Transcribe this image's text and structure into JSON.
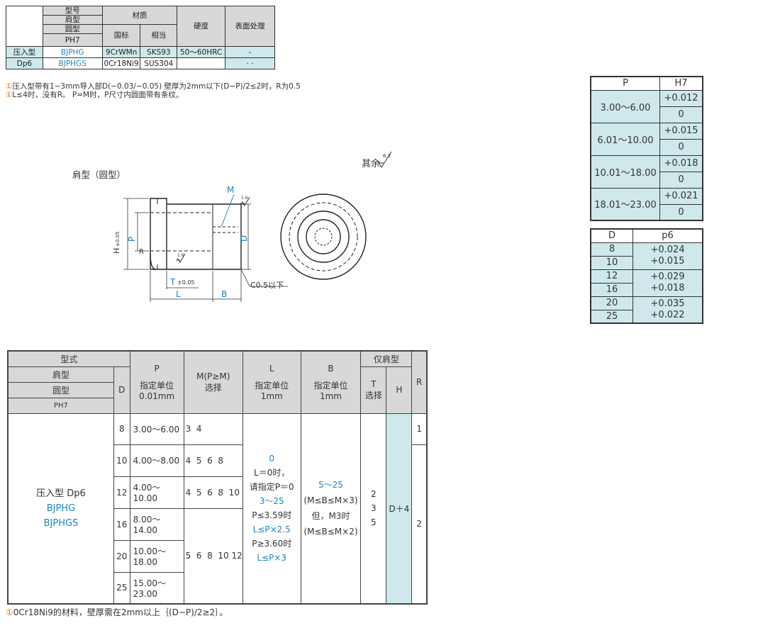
{
  "material_table": {
    "headers": {
      "model": "型号",
      "shoulder": "肩型",
      "round": "圆型",
      "ph7": "PH7",
      "material": "材质",
      "gb": "国标",
      "equiv": "相当",
      "hardness": "硬度",
      "surface": "表面处理"
    },
    "rows": [
      {
        "type": "压入型",
        "model": "BJPHG",
        "gb": "9CrWMn",
        "equiv": "SKS93",
        "hardness": "50～60HRC",
        "surface": "-"
      },
      {
        "type": "Dp6",
        "model": "BJPHGS",
        "gb": "0Cr18Ni9",
        "equiv": "SUS304",
        "hardness": "",
        "surface": "·   ·"
      }
    ]
  },
  "notes_top": [
    "压入型带有1~3mm导入部D(−0.03/−0.05)    壁厚为2mm以下(D−P)/2≤2时，R为0.5",
    "L≤4时，没有R。    P=M时，P尺寸内圆面带有条纹。"
  ],
  "drawing": {
    "title": "肩型（圆型）",
    "rest_label": "其余",
    "roughness_rest": "6.3",
    "roughness_a": "1.6",
    "roughness_b": "1.6",
    "labels": {
      "M": "M",
      "H": "H",
      "H_tol": "±0.05",
      "P": "P",
      "D": "D",
      "R": "R",
      "T": "T",
      "T_tol": "±0.05",
      "L": "L",
      "B": "B",
      "chamfer": "C0.5以下"
    }
  },
  "tol_h7": {
    "headers": [
      "P",
      "H7"
    ],
    "rows": [
      {
        "range": "3.00～6.00",
        "upper": "+0.012",
        "lower": "0"
      },
      {
        "range": "6.01～10.00",
        "upper": "+0.015",
        "lower": "0"
      },
      {
        "range": "10.01～18.00",
        "upper": "+0.018",
        "lower": "0"
      },
      {
        "range": "18.01～23.00",
        "upper": "+0.021",
        "lower": "0"
      }
    ]
  },
  "tol_p6": {
    "headers": [
      "D",
      "p6"
    ],
    "rows": [
      {
        "d1": "8",
        "d2": "10",
        "upper": "+0.024",
        "lower": "+0.015"
      },
      {
        "d1": "12",
        "d2": "16",
        "upper": "+0.029",
        "lower": "+0.018"
      },
      {
        "d1": "20",
        "d2": "25",
        "upper": "+0.035",
        "lower": "+0.022"
      }
    ]
  },
  "spec_table": {
    "headers": {
      "model_type": "型式",
      "shoulder": "肩型",
      "round": "圆型",
      "ph7": "PH7",
      "D": "D",
      "P": "P",
      "P_unit": "指定单位",
      "P_unit2": "0.01mm",
      "M": "M(P≥M)",
      "M_sel": "选择",
      "L": "L",
      "L_unit": "指定单位",
      "L_unit2": "1mm",
      "B": "B",
      "B_unit": "指定单位",
      "B_unit2": "1mm",
      "only_shoulder": "仅肩型",
      "T": "T",
      "T_sel": "选择",
      "H": "H",
      "R": "R"
    },
    "model_label": "压入型 Dp6",
    "model_codes": [
      "BJPHG",
      "BJPHGS"
    ],
    "rows": [
      {
        "D": "8",
        "P": "3.00～6.00",
        "M": "3  4"
      },
      {
        "D": "10",
        "P": "4.00～8.00",
        "M": "4  5  6  8"
      },
      {
        "D": "12",
        "P": "4.00～10.00",
        "M": "4  5  6  8  10"
      },
      {
        "D": "16",
        "P": "8.00～14.00",
        "M": ""
      },
      {
        "D": "20",
        "P": "10.00～18.00",
        "M": "5  6  8  10 12"
      },
      {
        "D": "25",
        "P": "15.00～23.00",
        "M": ""
      }
    ],
    "L_text": [
      "0",
      "L＝0时，",
      "请指定P＝0",
      "3～25",
      "P≤3.59时",
      "L≤P×2.5",
      "P≥3.60时",
      "L≤P×3"
    ],
    "B_text": [
      "5～25",
      "(M≤B≤M×3)",
      "但，M3时",
      "(M≤B≤M×2)"
    ],
    "T_values": [
      "2",
      "3",
      "5"
    ],
    "H_value": "D＋4",
    "R_values": [
      "1",
      "2"
    ]
  },
  "note_bottom": "0Cr18Ni9的材料，壁厚需在2mm以上｛(D−P)/2≥2｝。"
}
